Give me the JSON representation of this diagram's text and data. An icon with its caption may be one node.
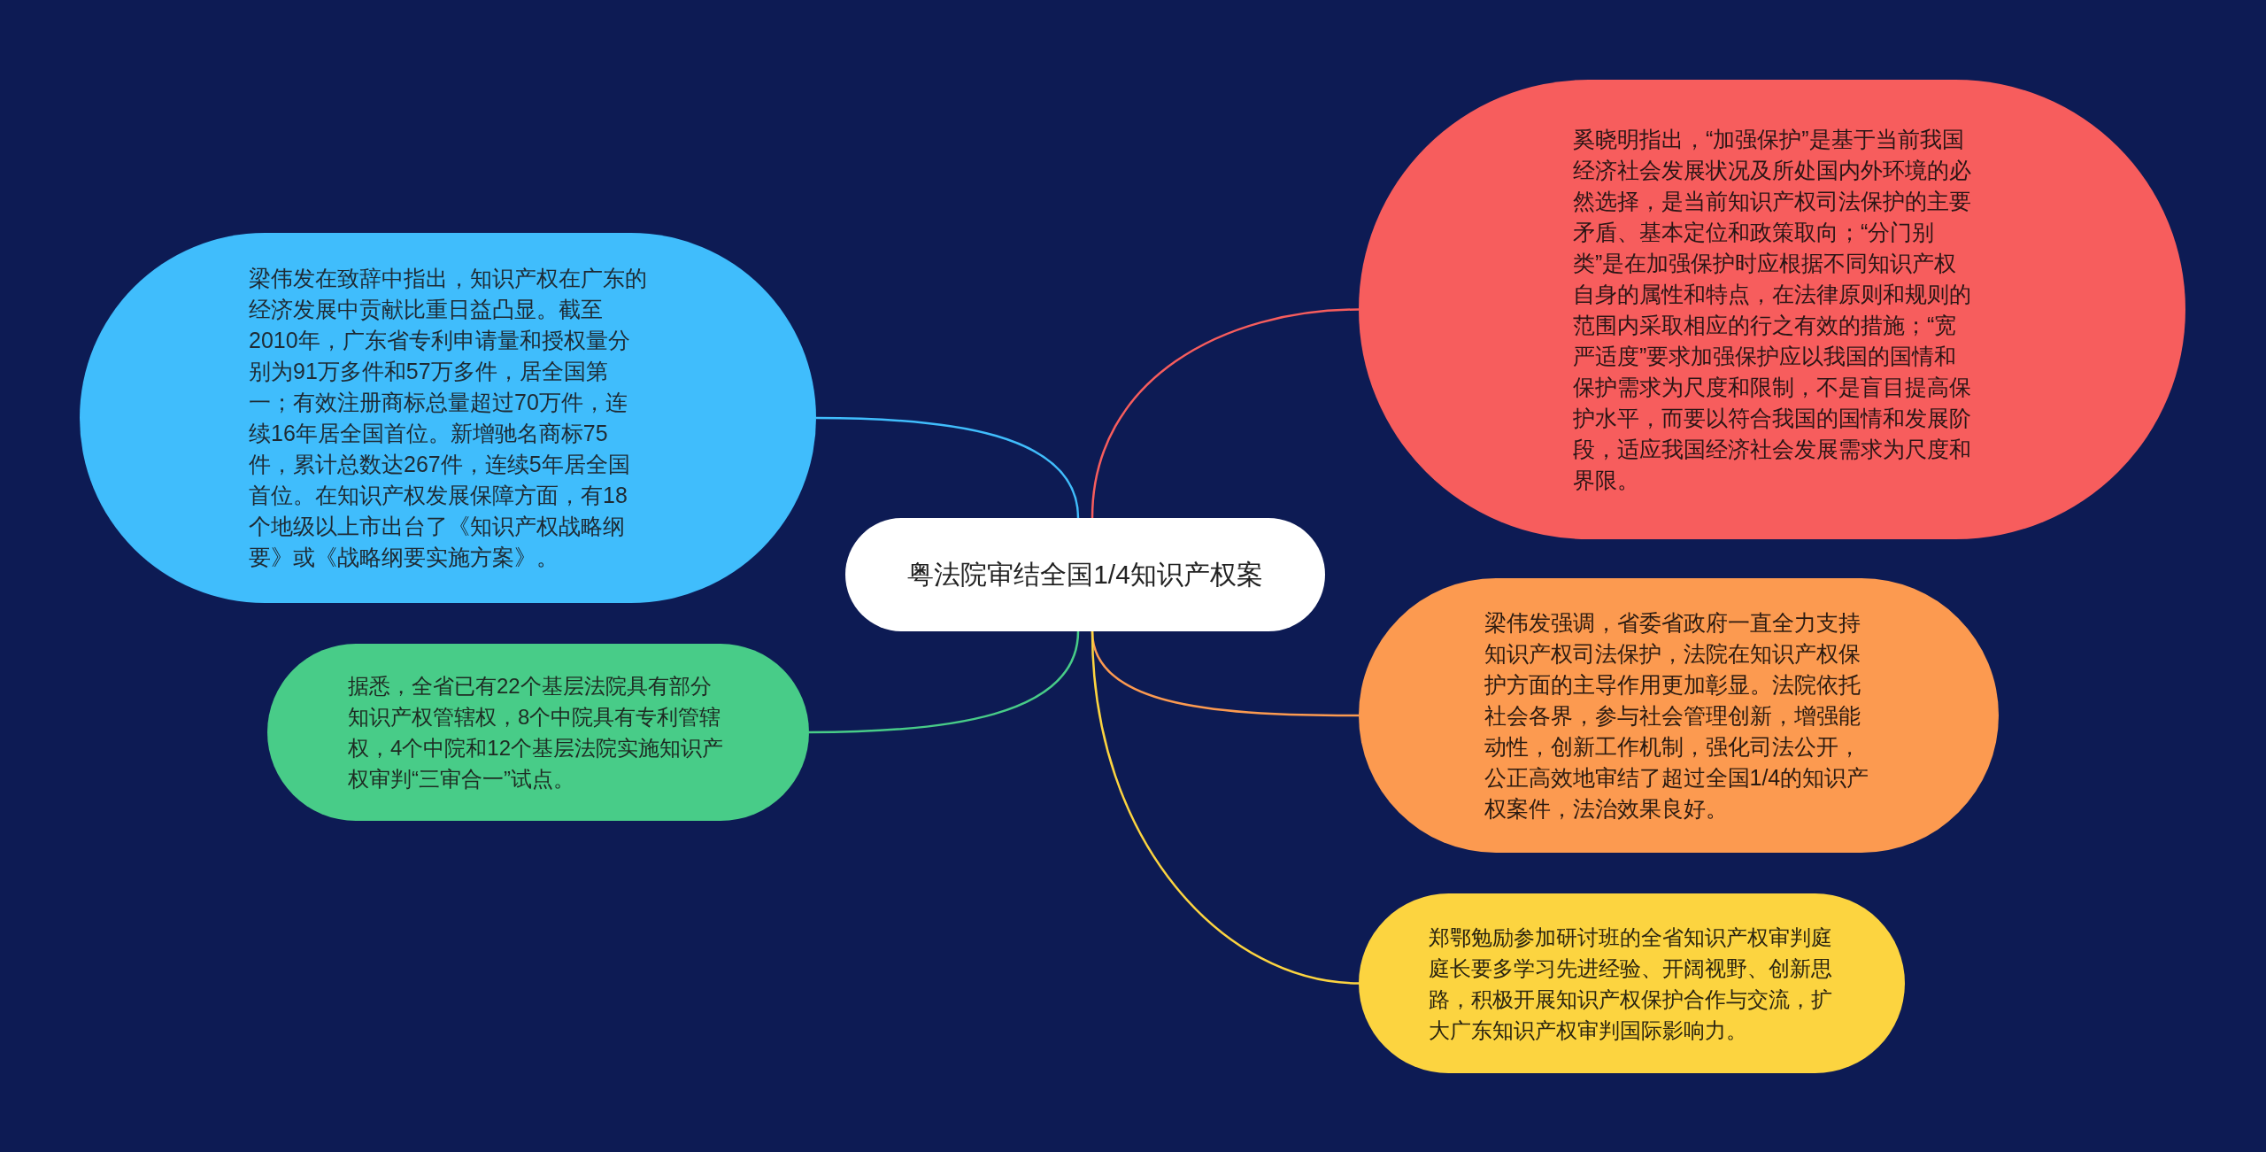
{
  "diagram": {
    "nodes": [
      {
        "text": [
          "粤法院审结全国1/4知识产权案"
        ]
      },
      {
        "text": [
          "梁伟发在致辞中指出，知识产权在广东的经济发展中贡献比重日益凸显。截至2010年，广东省专利申请量和授权量分别为91万多件和57万多件，居全国第一；有效注册商标总量超过70万件，连续16年居全国首位。新增驰名商标75件，累计总数达267件，连续5年居全国首位。在知识产权发展保障方面，有18个地级以上市出台了《知识产权战略纲要》或《战略纲要实施方案》。"
        ]
      },
      {
        "text": [
          "据悉，全省已有22个基层法院具有部分知识产权管辖权，8个中院具有专利管辖权，4个中院和12个基层法院实施知识产权审判“三审合一”试点。"
        ]
      },
      {
        "text": [
          "奚晓明指出，“加强保护”是基于当前我国经济社会发展状况及所处国内外环境的必然选择，是当前知识产权司法保护的主要矛盾、基本定位和政策取向；“分门别类”是在加强保护时应根据不同知识产权自身的属性和特点，在法律原则和规则的范围内采取相应的行之有效的措施；“宽严适度”要求加强保护应以我国的国情和保护需求为尺度和限制，不是盲目提高保护水平，而要以符合我国的国情和发展阶段，适应我国经济社会发展需求为尺度和界限。"
        ]
      },
      {
        "text": [
          "梁伟发强调，省委省政府一直全力支持知识产权司法保护，法院在知识产权保护方面的主导作用更加彰显。法院依托社会各界，参与社会管理创新，增强能动性，创新工作机制，强化司法公开，公正高效地审结了超过全国1/4的知识产权案件，法治效果良好。"
        ]
      },
      {
        "text": [
          "郑鄂勉励参加研讨班的全省知识产权审判庭庭长要多学习先进经验、开阔视野、创新思路，积极开展知识产权保护合作与交流，扩大广东知识产权审判国际影响力。"
        ]
      }
    ],
    "edges": [
      {
        "from": 0,
        "to": 1,
        "arrow": "none",
        "color": "#40bdfc"
      },
      {
        "from": 0,
        "to": 2,
        "arrow": "none",
        "color": "#48cc88"
      },
      {
        "from": 0,
        "to": 3,
        "arrow": "none",
        "color": "#f75d5d"
      },
      {
        "from": 0,
        "to": 4,
        "arrow": "none",
        "color": "#fc9a50"
      },
      {
        "from": 0,
        "to": 5,
        "arrow": "none",
        "color": "#fcd440"
      }
    ]
  }
}
